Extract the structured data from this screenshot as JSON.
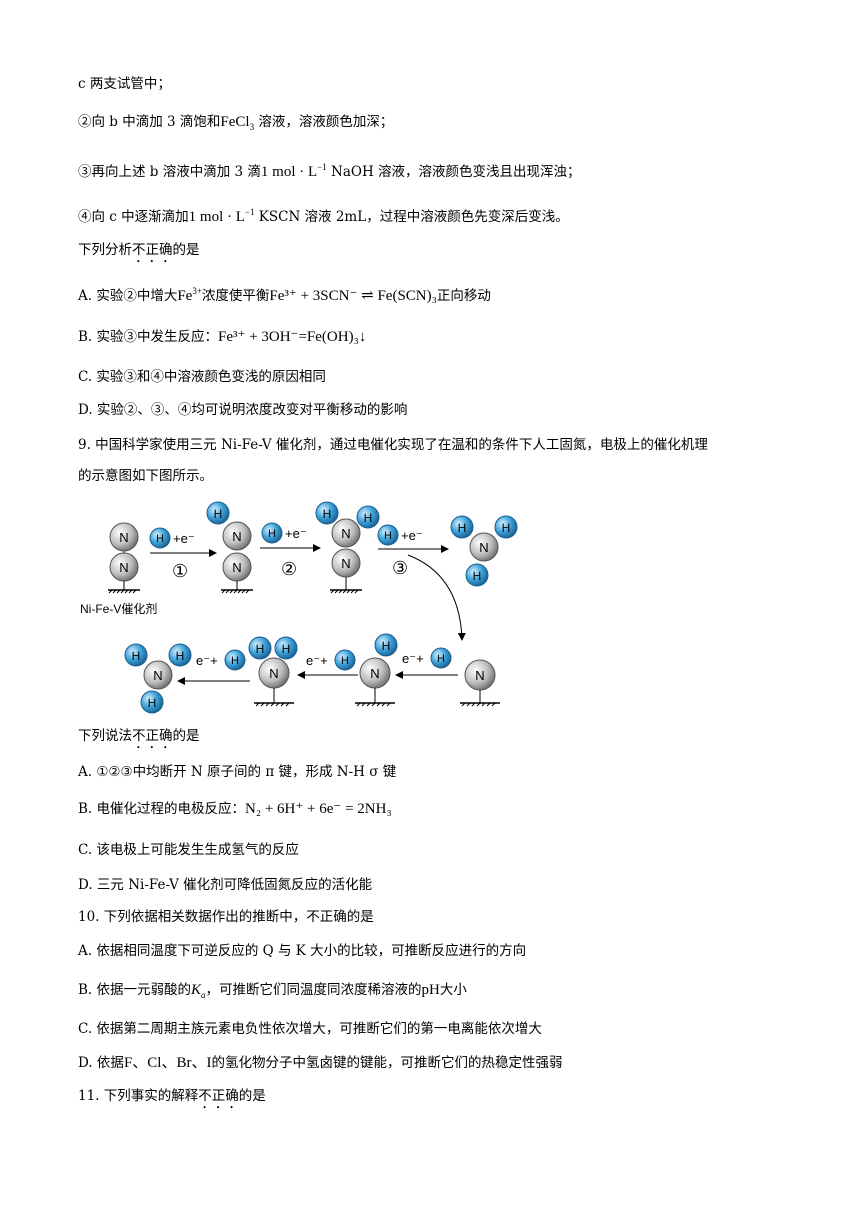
{
  "lines": {
    "l1": "c 两支试管中；",
    "l2_a": "②向 b 中滴加 3 滴饱和",
    "l2_formula": "FeCl",
    "l2_sub": "3",
    "l2_b": "溶液，溶液颜色加深；",
    "l3_a": "③再向上述 b 溶液中滴加 3 滴",
    "l3_conc": "1 mol · L",
    "l3_exp": "−1",
    "l3_b": "NaOH 溶液，溶液颜色变浅且出现浑浊；",
    "l4_a": "④向 c 中逐渐滴加",
    "l4_conc": "1 mol · L",
    "l4_exp": "−1",
    "l4_b": "KSCN 溶液 2mL，过程中溶液颜色先变深后变浅。",
    "q8_stem_a": "下列分析",
    "q8_stem_dot": "不正确",
    "q8_stem_b": "的是",
    "optA_a": "A. 实验②中增大",
    "optA_ion": "Fe",
    "optA_ion_sup": "3+",
    "optA_b": "浓度使平衡",
    "optA_eq": "Fe³⁺ + 3SCN⁻ ⇌ Fe(SCN)₃",
    "optA_c": "正向移动",
    "optB_a": "B. 实验③中发生反应：",
    "optB_eq": "Fe³⁺ + 3OH⁻=Fe(OH)₃↓",
    "optC": "C. 实验③和④中溶液颜色变浅的原因相同",
    "optD": "D. 实验②、③、④均可说明浓度改变对平衡移动的影响",
    "q9_line1": "9. 中国科学家使用三元 Ni-Fe-V 催化剂，通过电催化实现了在温和的条件下人工固氮，电极上的催化机理",
    "q9_line2": "的示意图如下图所示。",
    "q9_stem_a": "下列说法",
    "q9_stem_dot": "不正确",
    "q9_stem_b": "的是",
    "q9_A": "A. ①②③中均断开 N 原子间的 π 键，形成 N-H σ 键",
    "q9_B_a": "B. 电催化过程的电极反应：",
    "q9_B_eq": "N₂ + 6H⁺ + 6e⁻ = 2NH₃",
    "q9_C": "C. 该电极上可能发生生成氢气的反应",
    "q9_D": "D. 三元 Ni-Fe-V 催化剂可降低固氮反应的活化能",
    "q10": "10. 下列依据相关数据作出的推断中，不正确的是",
    "q10_A": "A. 依据相同温度下可逆反应的 Q 与 K 大小的比较，可推断反应进行的方向",
    "q10_B_a": "B. 依据一元弱酸的",
    "q10_B_k": "K",
    "q10_B_ksub": "a",
    "q10_B_b": "，可推断它们同温度同浓度稀溶液的",
    "q10_B_ph": "pH",
    "q10_B_c": "大小",
    "q10_C": "C. 依据第二周期主族元素电负性依次增大，可推断它们的第一电离能依次增大",
    "q10_D_a": "D. 依据",
    "q10_D_el": "F、Cl、Br、I",
    "q10_D_b": "的氢化物分子中氢卤键的键能，可推断它们的热稳定性强弱",
    "q11_a": "11. 下列事实的解释",
    "q11_dot": "不正确",
    "q11_b": "的是"
  },
  "diagram": {
    "atom_N": "N",
    "atom_H": "H",
    "reagent": "+e⁻",
    "reagent_rev": "e⁻+",
    "step1": "①",
    "step2": "②",
    "step3": "③",
    "catalyst_label": "Ni-Fe-V催化剂",
    "colors": {
      "nitrogen": "#c8c8c8",
      "hydrogen": "#3aa0d8",
      "arrow": "#000000"
    }
  }
}
